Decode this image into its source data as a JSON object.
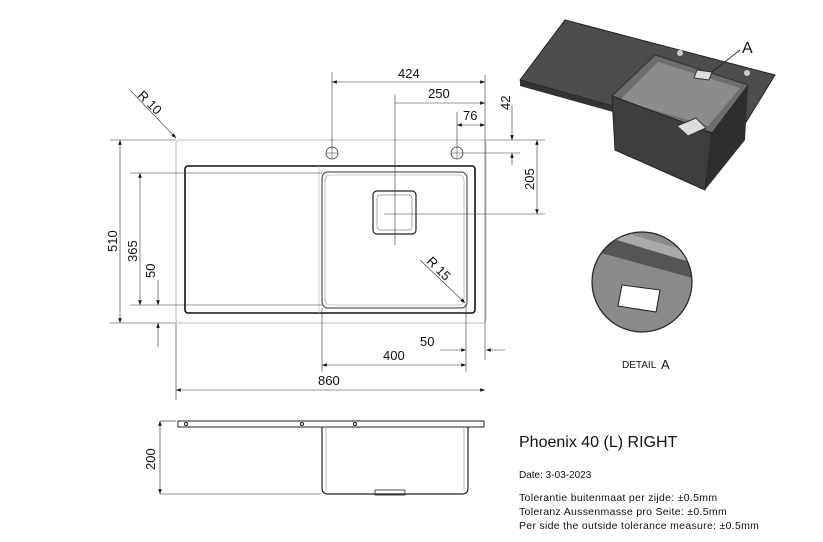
{
  "drawing": {
    "dimensions": {
      "r10": "R 10",
      "r15": "R 15",
      "d424": "424",
      "d250": "250",
      "d76": "76",
      "d42": "42",
      "d205": "205",
      "d510": "510",
      "d365": "365",
      "d50_left": "50",
      "d50_bottom": "50",
      "d400": "400",
      "d860": "860",
      "d200": "200"
    },
    "detail_marker": "A",
    "detail_label_prefix": "DETAIL",
    "detail_label_letter": "A"
  },
  "info": {
    "title": "Phoenix 40 (L) RIGHT",
    "date": "Date: 3-03-2023",
    "tolerance_nl": "Tolerantie buitenmaat per zijde: ±0.5mm",
    "tolerance_de": "Toleranz Aussenmasse pro Seite: ±0.5mm",
    "tolerance_en": "Per side the outside tolerance measure: ±0.5mm"
  },
  "colors": {
    "line": "#222222",
    "dimline": "#555555",
    "steel": "#5a5a5a"
  }
}
